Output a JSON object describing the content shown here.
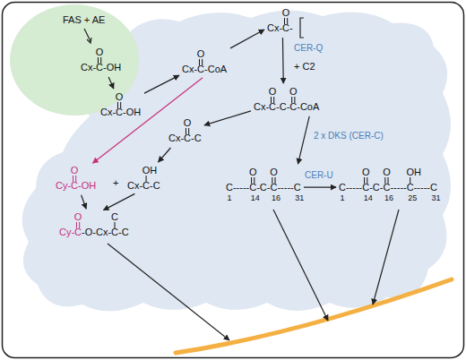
{
  "diagram": {
    "nodes": [
      {
        "text": [
          "FAS + AE"
        ]
      },
      {
        "text": [
          "O",
          "Cx-C-OH"
        ],
        "in": 0
      },
      {
        "text": [
          "O",
          "Cx-C-OH"
        ]
      },
      {
        "text": [
          "O",
          "Cx-C-CoA"
        ]
      },
      {
        "text": [
          "O",
          "Cx-C-"
        ]
      },
      {
        "text": [
          "O",
          "O",
          "Cx-C-C-C-CoA"
        ]
      },
      {
        "text": [
          "O",
          "Cx-C-C"
        ]
      },
      {
        "text": [
          "O",
          "Cy-C-OH"
        ]
      },
      {
        "text": [
          "OH",
          "Cx-C-C"
        ]
      },
      {
        "text": [
          "O",
          "C",
          "Cy-C",
          "-O-Cx-C-C"
        ]
      },
      {
        "text": [
          "O",
          "O",
          "C-----C-C-C-----C",
          "1",
          "14",
          "16",
          "31"
        ]
      },
      {
        "text": [
          "O",
          "O",
          "OH",
          "C-----C-C-C-----C-----C",
          "1",
          "14",
          "16",
          "25",
          "31"
        ]
      }
    ],
    "edges": [
      {
        "from": 1,
        "to": 2,
        "arrow": "to"
      },
      {
        "from": 2,
        "to": 3,
        "arrow": "to"
      },
      {
        "from": 3,
        "to": 4,
        "arrow": "to"
      },
      {
        "from": 4,
        "to": 5,
        "label": "CER-Q",
        "arrow": "to"
      },
      {
        "from": 5,
        "to": 6,
        "arrow": "to"
      },
      {
        "from": 6,
        "to": 8,
        "arrow": "to"
      },
      {
        "from": 3,
        "to": 7,
        "arrow": "to"
      },
      {
        "from": 7,
        "to": 9,
        "arrow": "to"
      },
      {
        "from": 8,
        "to": 9,
        "arrow": "to"
      },
      {
        "from": 5,
        "to": 10,
        "label": "2 x DKS (CER-C)",
        "arrow": "to"
      },
      {
        "from": 10,
        "to": 11,
        "label": "CER-U",
        "arrow": "to"
      }
    ],
    "labels": [
      "+ C2",
      "+"
    ]
  }
}
